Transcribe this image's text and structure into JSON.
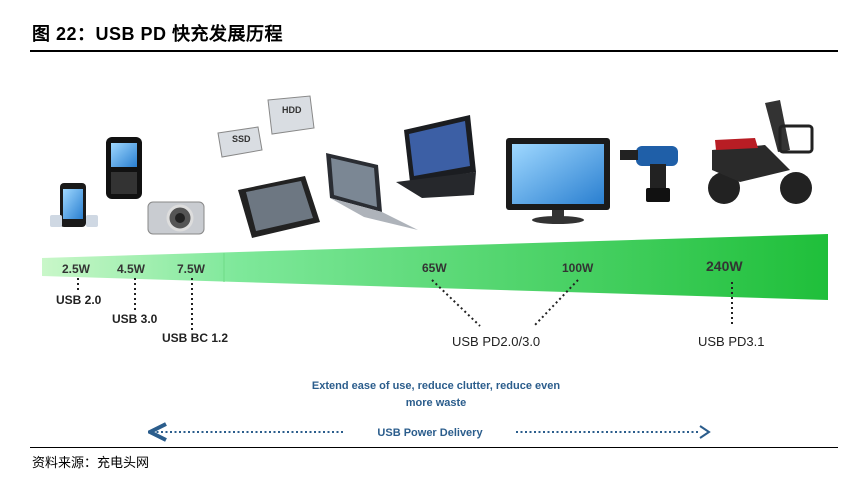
{
  "title": "图 22：USB PD 快充发展历程",
  "source": "资料来源：充电头网",
  "colors": {
    "bar_light": "#b8f5b8",
    "bar_dark": "#22c43f",
    "accent_blue": "#2b5d8c"
  },
  "devices": [
    "phone-icon",
    "smartphone-icon",
    "camera-icon",
    "ssd-icon",
    "hdd-icon",
    "tablet-icon",
    "laptop-icon",
    "notebook-icon",
    "monitor-icon",
    "drill-icon",
    "e-scooter-icon"
  ],
  "power_levels": [
    {
      "watt": "2.5W",
      "standard": "USB 2.0"
    },
    {
      "watt": "4.5W",
      "standard": "USB 3.0"
    },
    {
      "watt": "7.5W",
      "standard": "USB BC 1.2"
    },
    {
      "watt": "65W",
      "standard": ""
    },
    {
      "watt": "100W",
      "standard": "USB PD2.0/3.0"
    },
    {
      "watt": "240W",
      "standard": "USB PD3.1"
    }
  ],
  "tagline_line1": "Extend ease of use, reduce clutter, reduce even",
  "tagline_line2": "more waste",
  "delivery_label": "USB Power Delivery",
  "hdd_label": "HDD",
  "ssd_label": "SSD"
}
